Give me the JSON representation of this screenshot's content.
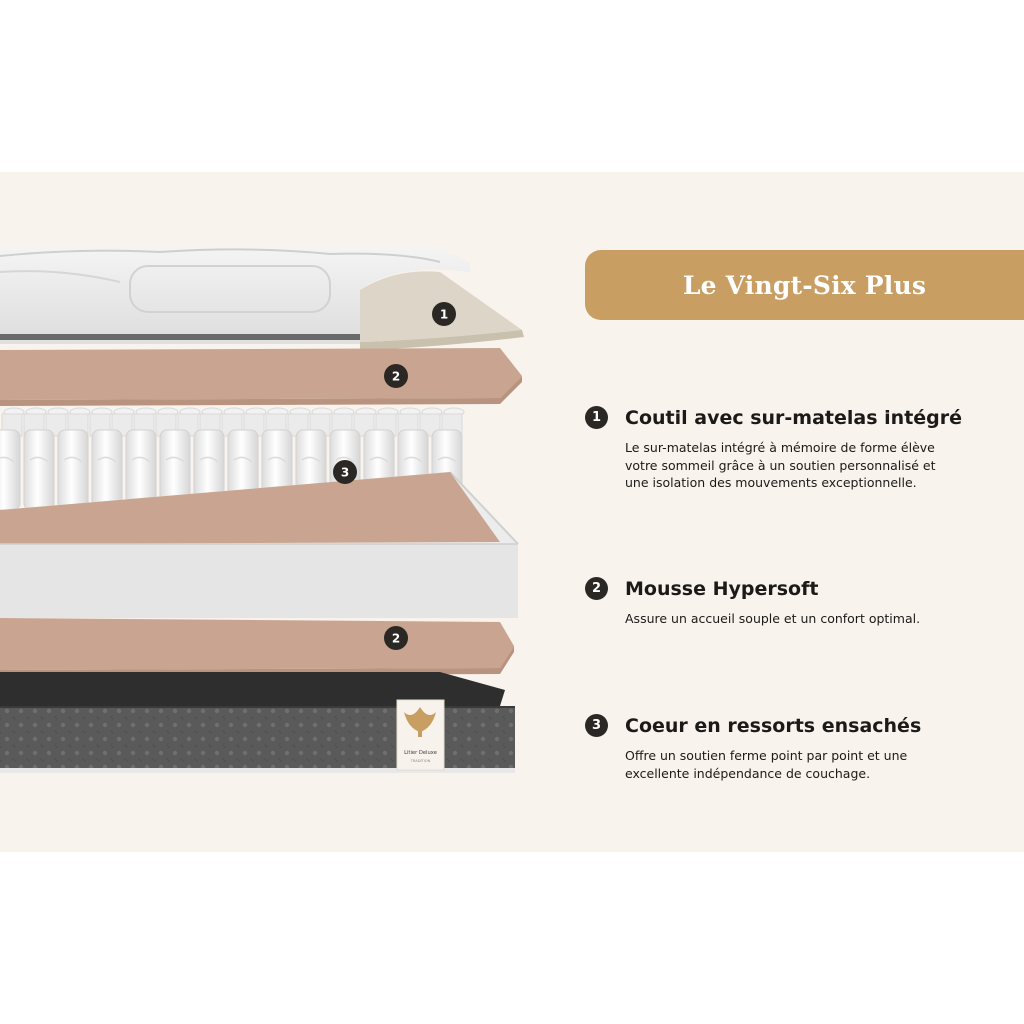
{
  "brand_colors": {
    "banner": "#c89e63",
    "panel_background": "#f8f3ec",
    "badge": "#2b2724",
    "foam_layer": "#c9a591"
  },
  "title": "Le Vingt-Six Plus",
  "features": [
    {
      "number": "1",
      "title": "Coutil avec sur-matelas intégré",
      "description": "Le sur-matelas intégré à mémoire de forme élève votre sommeil grâce à un soutien personnalisé et une isolation des mouvements exceptionnelle."
    },
    {
      "number": "2",
      "title": "Mousse Hypersoft",
      "description": "Assure un accueil souple et un confort optimal."
    },
    {
      "number": "3",
      "title": "Coeur en ressorts ensachés",
      "description": "Offre un soutien ferme point par point et une excellente indépendance de couchage."
    }
  ],
  "layer_markers": [
    "1",
    "2",
    "3",
    "2"
  ],
  "label_logo": {
    "brand": "Litier Deluxe",
    "tagline": "TRADITION"
  }
}
